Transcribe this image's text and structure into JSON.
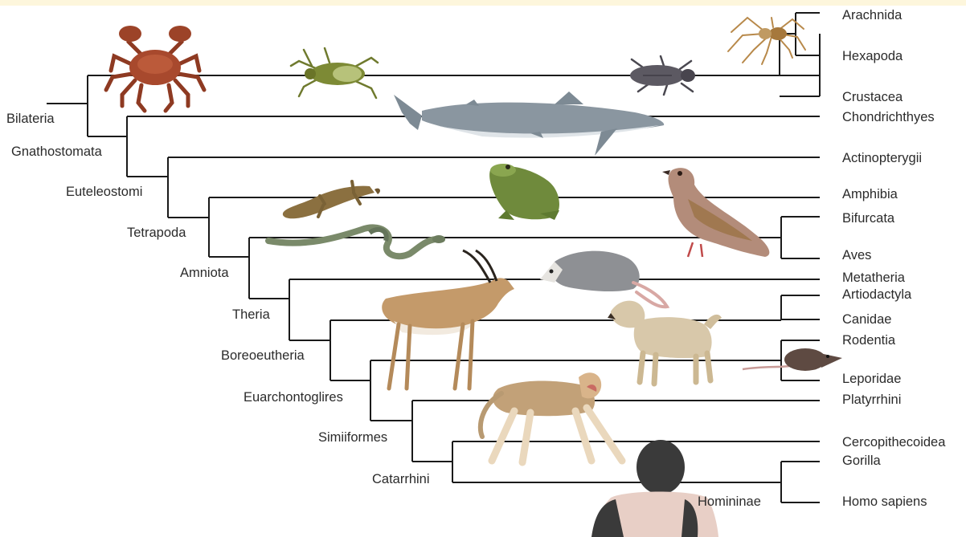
{
  "tree": {
    "clades": {
      "bilateria": "Bilateria",
      "gnathostomata": "Gnathostomata",
      "euteleostomi": "Euteleostomi",
      "tetrapoda": "Tetrapoda",
      "amniota": "Amniota",
      "theria": "Theria",
      "boreoeutheria": "Boreoeutheria",
      "euarchontoglires": "Euarchontoglires",
      "simiiformes": "Simiiformes",
      "catarrhini": "Catarrhini",
      "homininae": "Homininae"
    },
    "taxa": {
      "arachnida": "Arachnida",
      "hexapoda": "Hexapoda",
      "crustacea": "Crustacea",
      "chondrichthyes": "Chondrichthyes",
      "actinopterygii": "Actinopterygii",
      "amphibia": "Amphibia",
      "bifurcata": "Bifurcata",
      "aves": "Aves",
      "metatheria": "Metatheria",
      "artiodactyla": "Artiodactyla",
      "canidae": "Canidae",
      "rodentia": "Rodentia",
      "leporidae": "Leporidae",
      "platyrrhini": "Platyrrhini",
      "cercopithecoidea": "Cercopithecoidea",
      "gorilla": "Gorilla",
      "homo_sapiens": "Homo sapiens"
    }
  },
  "illustrations": [
    "crab",
    "water-bug",
    "beetle",
    "spider",
    "shark",
    "newt",
    "frog",
    "dove",
    "snake",
    "gazelle",
    "opossum",
    "dog",
    "rat",
    "macaque",
    "human"
  ],
  "colors": {
    "band": "#fdf6dc",
    "line": "#1a1a1a",
    "text": "#2b2b2b"
  }
}
